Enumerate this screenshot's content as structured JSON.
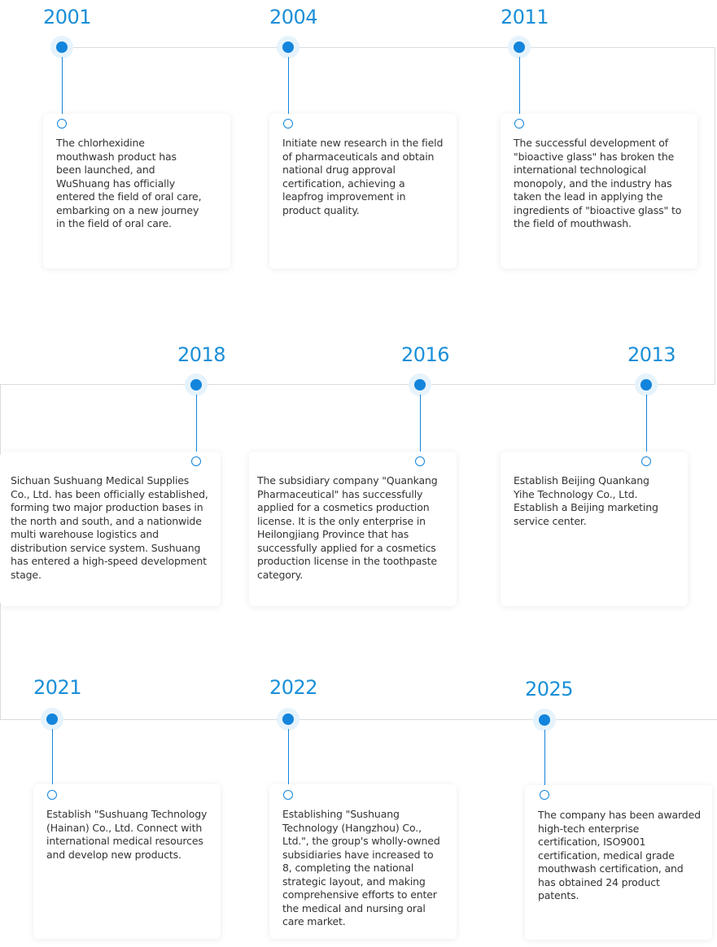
{
  "milestones": [
    {
      "year": "2001",
      "text": "The chlorhexidine mouthwash product has been launched, and WuShuang has officially entered the field of oral care, embarking on a new journey in the field of oral care."
    },
    {
      "year": "2004",
      "text": "Initiate new research in the field of pharmaceuticals and obtain national drug approval certification, achieving a leapfrog improvement in product quality."
    },
    {
      "year": "2011",
      "text": "The successful development of \"bioactive glass\" has broken the international technological monopoly, and the industry has taken the lead in applying the ingredients of \"bioactive glass\" to the field of mouthwash."
    },
    {
      "year": "2018",
      "text": "Sichuan Sushuang Medical Supplies Co., Ltd. has been officially established, forming two major production bases in the north and south, and a nationwide multi warehouse logistics and distribution service system. Sushuang has entered a high-speed development stage."
    },
    {
      "year": "2016",
      "text": "The subsidiary company \"Quankang Pharmaceutical\" has successfully applied for a cosmetics production license. It is the only enterprise in Heilongjiang Province that has successfully applied for a cosmetics production license in the toothpaste category."
    },
    {
      "year": "2013",
      "text": "Establish Beijing Quankang Yihe Technology Co., Ltd. Establish a Beijing marketing service center."
    },
    {
      "year": "2021",
      "text": "Establish \"Sushuang Technology (Hainan) Co., Ltd. Connect with international medical resources and develop new products."
    },
    {
      "year": "2022",
      "text": "Establishing \"Sushuang Technology (Hangzhou) Co., Ltd.\", the group's wholly-owned subsidiaries have increased to 8, completing the national strategic layout, and making comprehensive efforts to enter the medical and nursing oral care market."
    },
    {
      "year": "2025",
      "text": "The company has been awarded high-tech enterprise certification, ISO9001 certification, medical grade mouthwash certification, and has obtained 24 product patents."
    }
  ]
}
